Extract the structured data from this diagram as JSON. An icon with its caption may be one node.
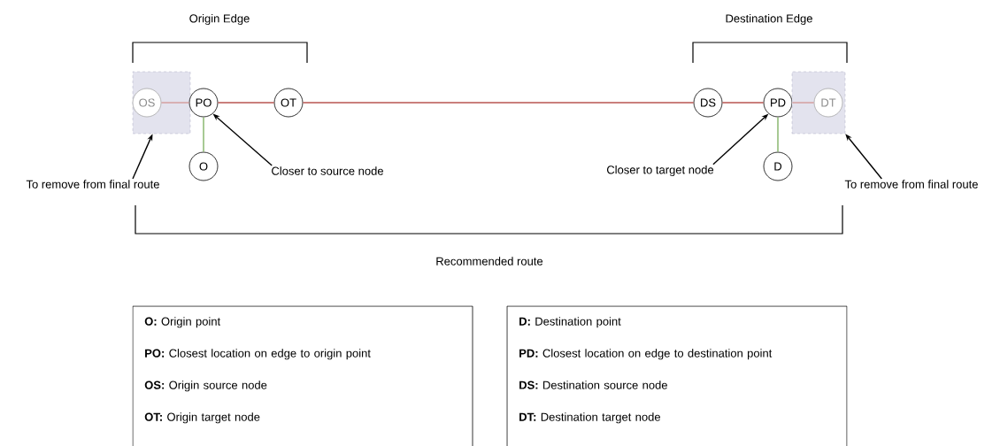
{
  "diagram": {
    "nodes": [
      {
        "text": [],
        "shape": "box"
      },
      {
        "text": [
          "OS"
        ],
        "in": 0
      },
      {
        "text": [
          "PO"
        ]
      },
      {
        "text": [
          "O"
        ]
      },
      {
        "text": [
          "OT"
        ]
      },
      {
        "text": [
          "DS"
        ]
      },
      {
        "text": [
          "PD"
        ]
      },
      {
        "text": [
          "D"
        ]
      },
      {
        "text": [],
        "shape": "box"
      },
      {
        "text": [
          "DT"
        ],
        "in": 8
      },
      {
        "text": [
          "To remove from final route"
        ]
      },
      {
        "text": [
          "Closer to source node"
        ]
      },
      {
        "text": [
          "Closer to target node"
        ]
      },
      {
        "text": [
          "To remove from final route"
        ]
      },
      {
        "text": [
          "**O:** Origin point",
          "**PO:** Closest location on edge to origin point",
          "**OS:** Origin source node",
          "**OT:** Origin target node"
        ]
      },
      {
        "text": [
          "**D:** Destination point",
          "**PD:** Closest location on edge to destination point",
          "**DS:** Destination source node",
          "**DT:** Destination target node"
        ]
      }
    ],
    "edges": [
      {
        "from": 1,
        "to": 2,
        "arrow": "none",
        "color": "#d39a9a"
      },
      {
        "from": 2,
        "to": 4,
        "arrow": "none",
        "color": "#b85450"
      },
      {
        "from": 4,
        "to": 5,
        "arrow": "none",
        "color": "#b85450"
      },
      {
        "from": 5,
        "to": 6,
        "arrow": "none",
        "color": "#b85450"
      },
      {
        "from": 6,
        "to": 9,
        "arrow": "none",
        "color": "#d39a9a"
      },
      {
        "from": 2,
        "to": 3,
        "arrow": "none",
        "color": "#82b366"
      },
      {
        "from": 6,
        "to": 7,
        "arrow": "none",
        "color": "#82b366"
      },
      {
        "from": 10,
        "to": 0,
        "arrow": "to",
        "color": "#000000"
      },
      {
        "from": 11,
        "to": 2,
        "arrow": "to",
        "color": "#000000"
      },
      {
        "from": 12,
        "to": 6,
        "arrow": "to",
        "color": "#000000"
      },
      {
        "from": 13,
        "to": 8,
        "arrow": "to",
        "color": "#000000"
      }
    ],
    "labels": [
      "Origin Edge",
      "Destination Edge",
      "Recommended route"
    ]
  }
}
